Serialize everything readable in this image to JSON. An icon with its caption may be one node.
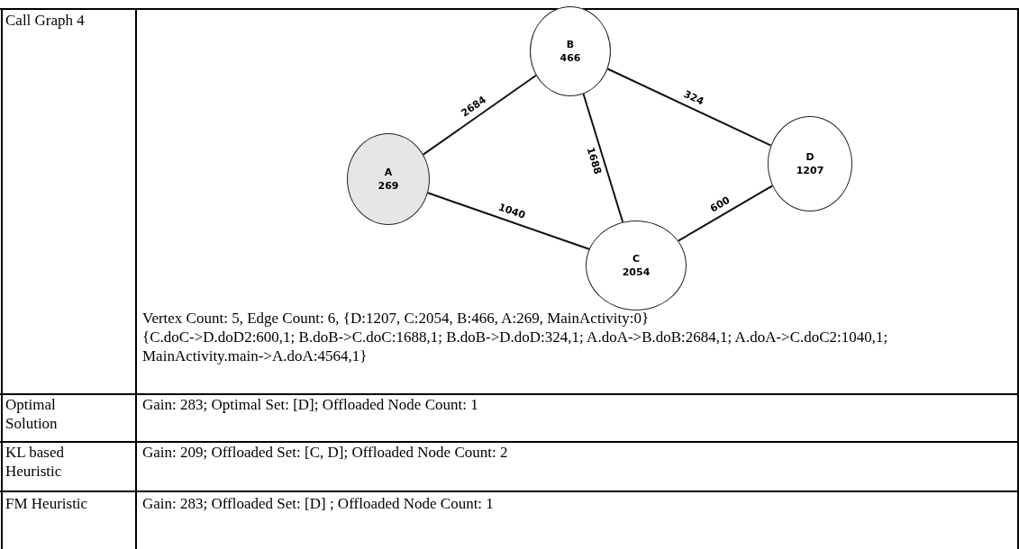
{
  "diagram": {
    "nodes": [
      {
        "text": [
          "A",
          "269"
        ]
      },
      {
        "text": [
          "B",
          "466"
        ]
      },
      {
        "text": [
          "C",
          "2054"
        ]
      },
      {
        "text": [
          "D",
          "1207"
        ]
      }
    ],
    "edges": [
      {
        "from": 0,
        "to": 1,
        "arrow": "none",
        "label": "2684"
      },
      {
        "from": 1,
        "to": 3,
        "arrow": "none",
        "label": "324"
      },
      {
        "from": 1,
        "to": 2,
        "arrow": "none",
        "label": "1688"
      },
      {
        "from": 0,
        "to": 2,
        "arrow": "none",
        "label": "1040"
      },
      {
        "from": 2,
        "to": 3,
        "arrow": "none",
        "label": "600"
      }
    ],
    "labels": [
      "Call Graph 4",
      "Vertex Count: 5, Edge Count: 6, {D:1207, C:2054, B:466, A:269, MainActivity:0}",
      "{C.doC->D.doD2:600,1; B.doB->C.doC:1688,1; B.doB->D.doD:324,1; A.doA->B.doB:2684,1; A.doA->C.doC2:1040,1; MainActivity.main->A.doA:4564,1}",
      "Optimal Solution",
      "Gain: 283; Optimal Set: [D]; Offloaded Node Count: 1",
      "KL based Heuristic",
      "Gain: 209; Offloaded Set: [C, D]; Offloaded Node Count: 2",
      "FM Heuristic",
      "Gain: 283; Offloaded Set: [D] ; Offloaded Node Count: 1"
    ]
  }
}
